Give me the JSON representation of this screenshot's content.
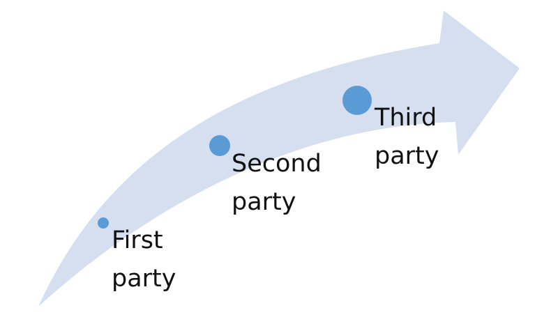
{
  "diagram": {
    "arrow_color": "#d5dff0",
    "dot_color": "#5b9bd5",
    "stages": [
      {
        "line1": "First",
        "line2": "party"
      },
      {
        "line1": "Second",
        "line2": "party"
      },
      {
        "line1": "Third",
        "line2": "party"
      }
    ]
  }
}
